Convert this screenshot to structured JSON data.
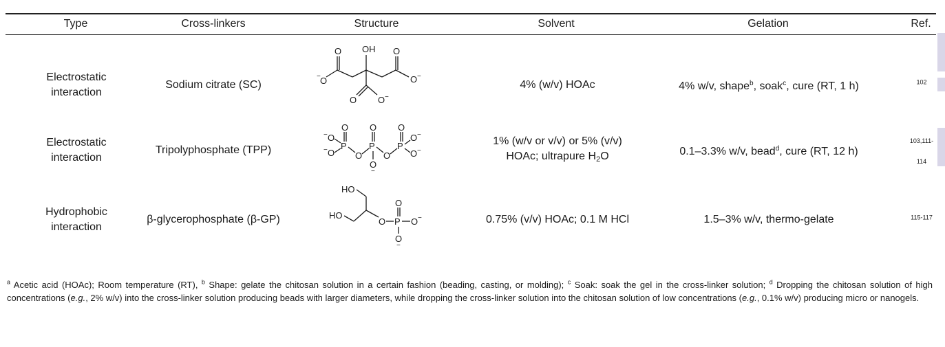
{
  "table": {
    "headers": {
      "type": "Type",
      "crosslinkers": "Cross-linkers",
      "structure": "Structure",
      "solvent": "Solvent",
      "gelation": "Gelation",
      "ref": "Ref."
    },
    "rows": [
      {
        "type_line1": "Electrostatic",
        "type_line2": "interaction",
        "crosslinker": "Sodium citrate (SC)",
        "solvent_line1": "4% (w/v) HOAc",
        "gelation": {
          "p1": "4% w/v, shape",
          "s1": "b",
          "p2": ", soak",
          "s2": "c",
          "p3": ", cure (RT, 1 h)"
        },
        "ref_line1": "102"
      },
      {
        "type_line1": "Electrostatic",
        "type_line2": "interaction",
        "crosslinker": "Tripolyphosphate (TPP)",
        "solvent_line1": "1% (w/v or v/v) or 5% (v/v)",
        "solvent_line2a": "HOAc; ultrapure H",
        "solvent_line2sub": "2",
        "solvent_line2b": "O",
        "gelation": {
          "p1": "0.1–3.3% w/v, bead",
          "s1": "d",
          "p2": ", cure (RT, 12 h)"
        },
        "ref_line1": "103,111-",
        "ref_line2": "114"
      },
      {
        "type_line1": "Hydrophobic",
        "type_line2": "interaction",
        "crosslinker": "β-glycerophosphate (β-GP)",
        "solvent_line1": "0.75% (v/v) HOAc; 0.1 M HCl",
        "gelation": {
          "p1": "1.5–3% w/v, thermo-gelate"
        },
        "ref_line1": "115-117"
      }
    ]
  },
  "structures": {
    "citrate": {
      "o": "O",
      "oh": "OH",
      "ominus": "O",
      "minus": "−"
    },
    "tpp": {
      "o": "O",
      "p": "P",
      "minus": "−"
    },
    "bgp": {
      "ho": "HO",
      "o": "O",
      "p": "P",
      "minus": "−"
    }
  },
  "footnote": {
    "a": "a",
    "t1": " Acetic acid (HOAc); Room temperature (RT), ",
    "b": "b",
    "t2": " Shape: gelate the chitosan solution in a certain fashion (beading, casting, or molding); ",
    "c": "c",
    "t3": " Soak: soak the gel in the cross-linker solution; ",
    "d": "d",
    "t4": " Dropping the chitosan solution of high concentrations (",
    "eg1": "e.g.",
    "t5": ", 2% w/v) into the cross-linker solution producing beads with larger diameters, while dropping the cross-linker solution into the chitosan solution of low concentrations (",
    "eg2": "e.g.",
    "t6": ", 0.1% w/v) producing micro or nanogels."
  }
}
